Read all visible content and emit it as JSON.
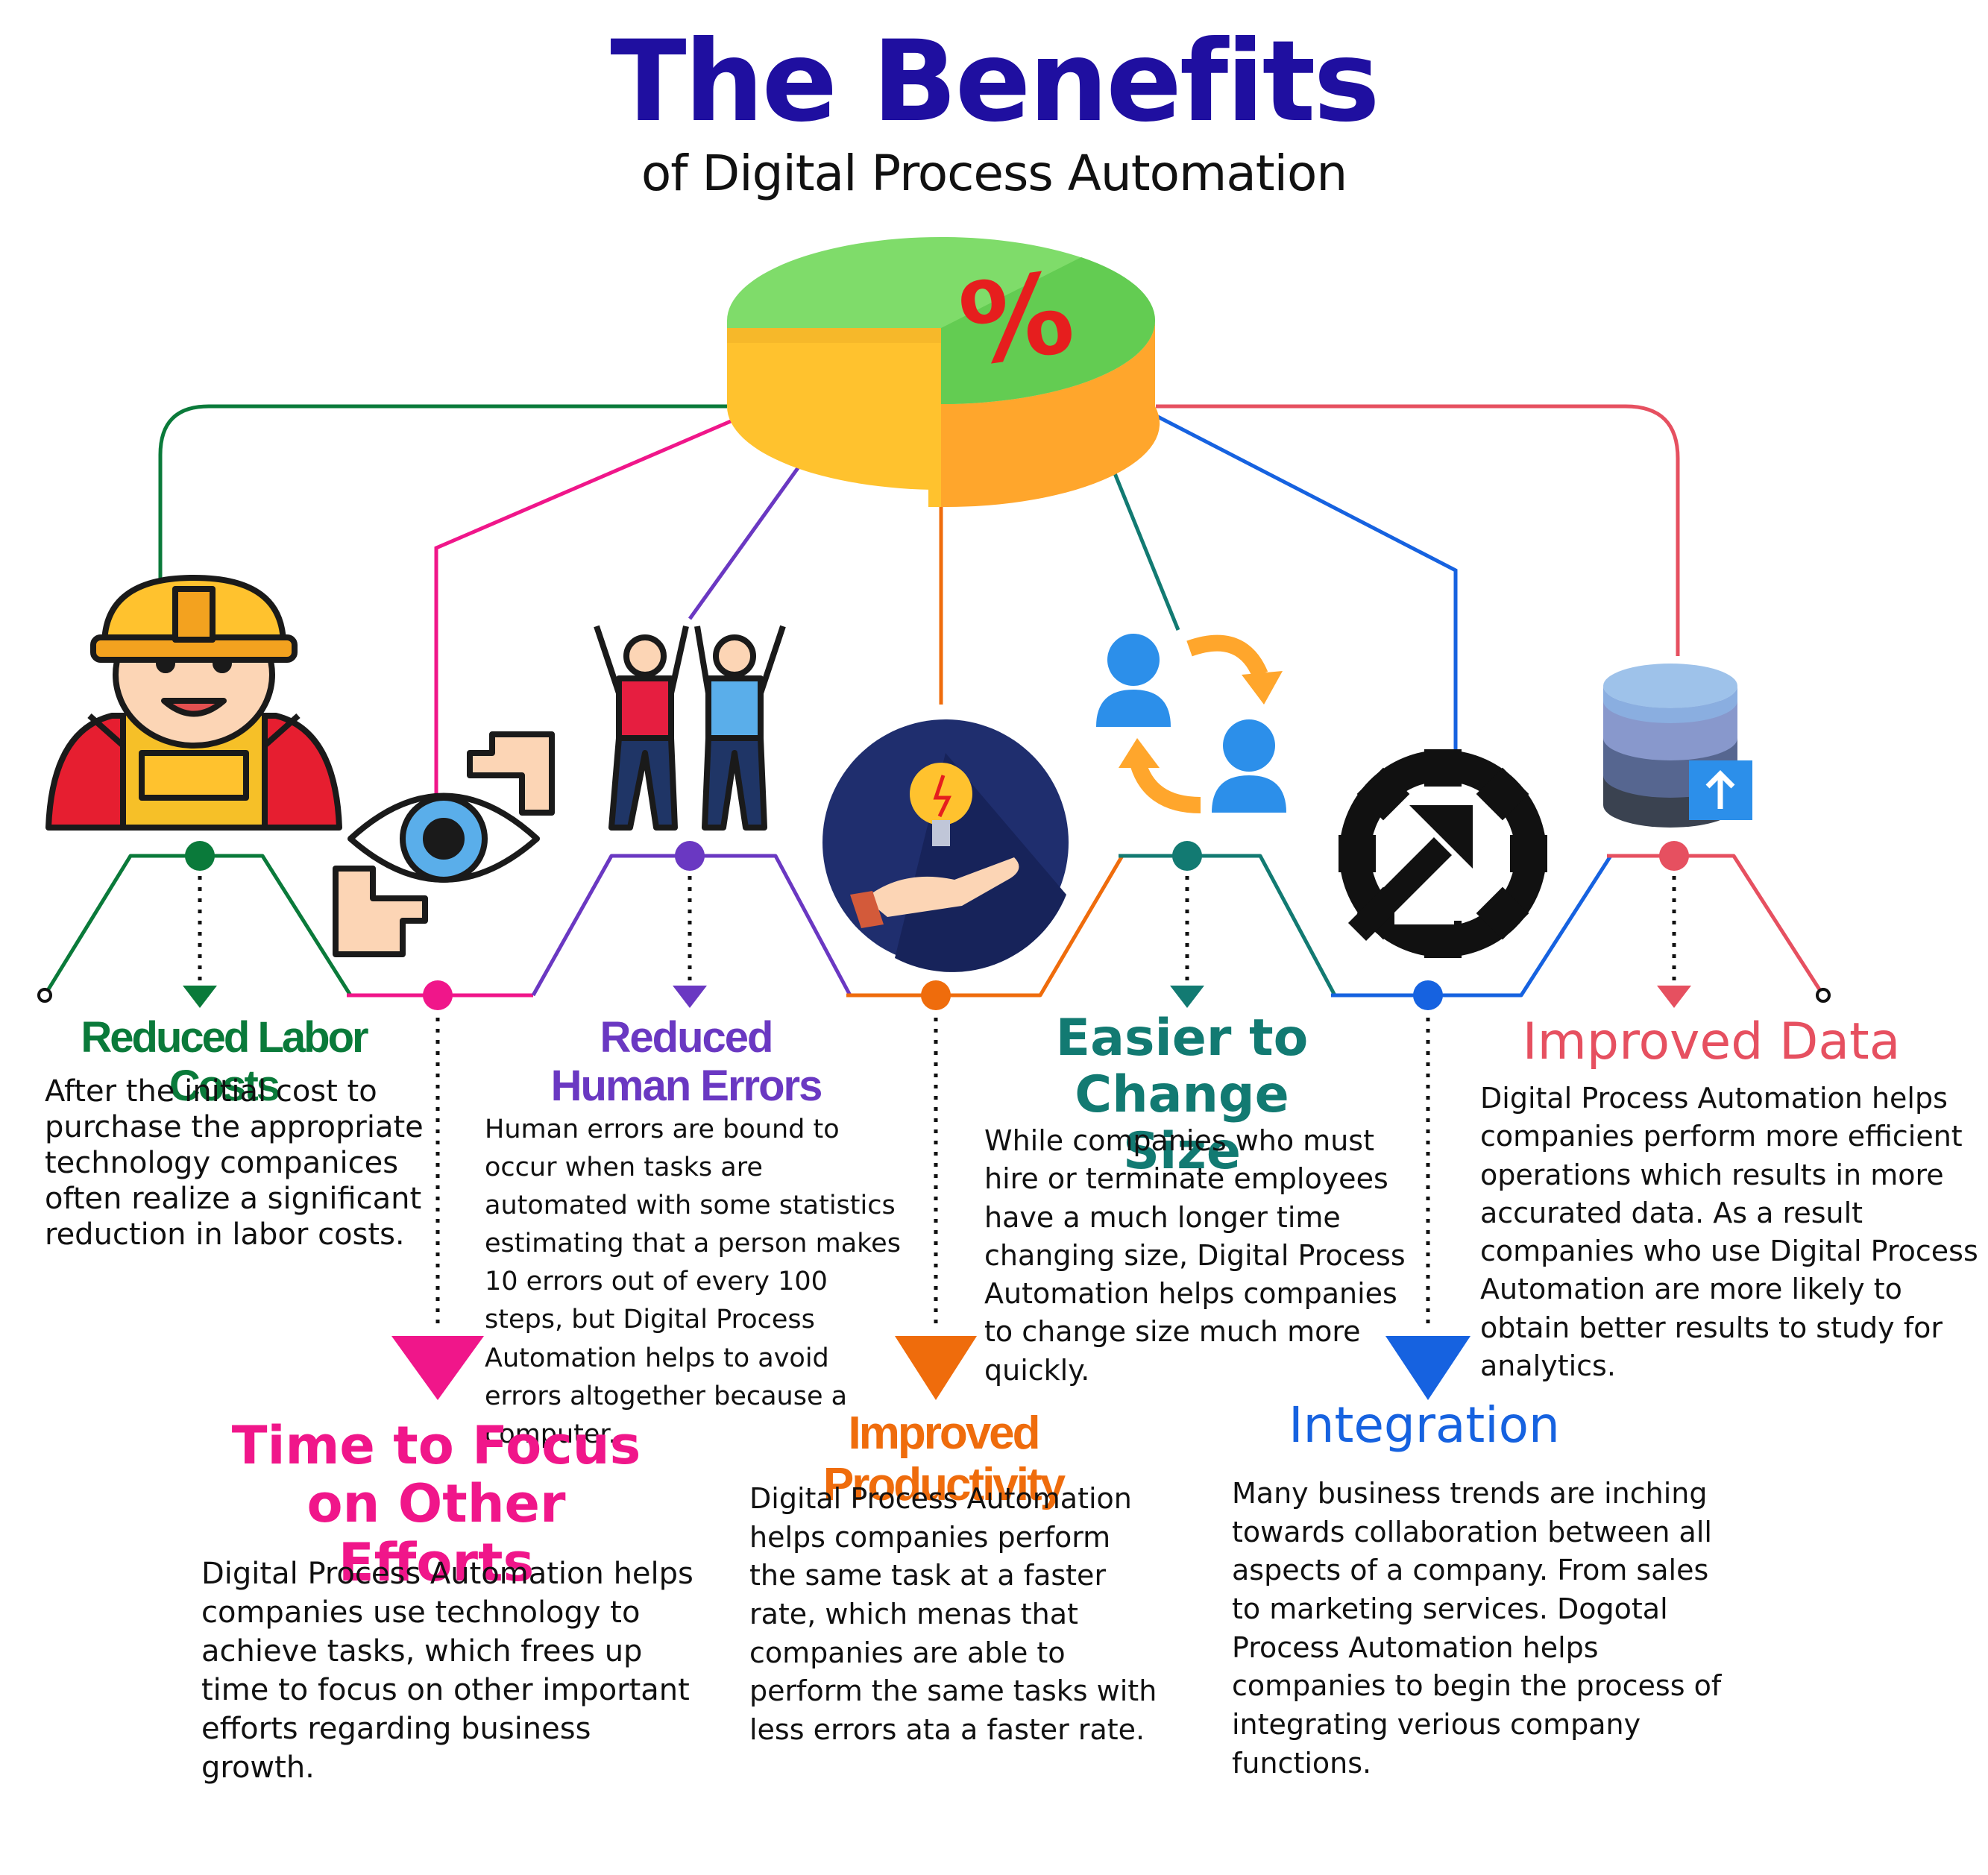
{
  "title": "The Benefits",
  "subtitle": "of Digital Process Automation",
  "colors": {
    "title": "#1f0fa0",
    "labor": "#0a7a3a",
    "focus": "#f0168a",
    "errors": "#6a38c2",
    "productivity": "#ef6c0c",
    "size": "#127a72",
    "integration": "#1662e0",
    "data": "#e65060"
  },
  "benefits": [
    {
      "key": "labor",
      "icon": "construction-worker-icon",
      "heading": "Reduced Labor Costs",
      "text": "After the initial cost to purchase the appropriate technology companices often realize a significant reduction in labor costs."
    },
    {
      "key": "focus",
      "icon": "eye-focus-frame-icon",
      "heading": "Time to Focus on Other Efforts",
      "text": "Digital Process Automation helps companies use technology to achieve tasks, which frees up time to focus on other important efforts regarding business growth."
    },
    {
      "key": "errors",
      "icon": "cheering-people-icon",
      "heading": "Reduced Human Errors",
      "text": "Human errors are bound to occur when tasks are automated with some statistics estimating that a person makes 10 errors out of every 100 steps, but Digital Process Automation helps to avoid errors altogether because a computer."
    },
    {
      "key": "productivity",
      "icon": "lightbulb-hand-icon",
      "heading": "Improved Productivity",
      "text": "Digital Process Automation helps companies perform the same task at a faster rate, which menas that companies are able to perform the same tasks with less errors ata a faster rate."
    },
    {
      "key": "size",
      "icon": "people-swap-icon",
      "heading": "Easier to Change Size",
      "text": "While companies who must hire or terminate employees have a much longer time changing size, Digital Process Automation helps companies to change size much more quickly."
    },
    {
      "key": "integration",
      "icon": "gear-arrow-icon",
      "heading": "Integration",
      "text": "Many business trends are inching towards collaboration between all aspects of a company. From sales to marketing services. Dogotal Process Automation helps companies to begin the process of integrating verious company functions."
    },
    {
      "key": "data",
      "icon": "database-upload-icon",
      "heading": "Improved Data",
      "text": "Digital Process Automation helps companies perform more efficient operations which results in more accurated data. As a result companies who use Digital Process Automation are more likely to obtain better results to study for analytics."
    }
  ],
  "center_icon": "pie-chart-percent-icon",
  "center_symbol": "%"
}
